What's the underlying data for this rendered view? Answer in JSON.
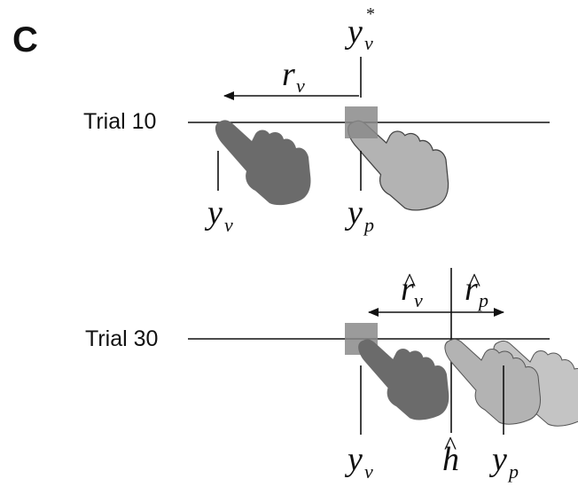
{
  "panel_letter": "C",
  "trial_top": {
    "label": "Trial 10",
    "target_label": {
      "main": "y",
      "sub": "v",
      "sup": "*"
    },
    "offset_label": {
      "main": "r",
      "sub": "v"
    },
    "visual_label": {
      "main": "y",
      "sub": "v"
    },
    "proprio_label": {
      "main": "y",
      "sub": "p"
    }
  },
  "trial_bottom": {
    "label": "Trial 30",
    "left_estimate_label": {
      "main": "r",
      "sub": "v",
      "hat": "^"
    },
    "right_estimate_label": {
      "main": "r",
      "sub": "p",
      "hat": "^"
    },
    "visual_label": {
      "main": "y",
      "sub": "v"
    },
    "hand_label": {
      "main": "h",
      "hat": "^"
    },
    "proprio_label": {
      "main": "y",
      "sub": "p"
    }
  },
  "colors": {
    "dark_hand": "#6b6b6b",
    "light_hand": "#b3b3b3",
    "target_square": "#8a8a8a",
    "ink": "#111111"
  }
}
